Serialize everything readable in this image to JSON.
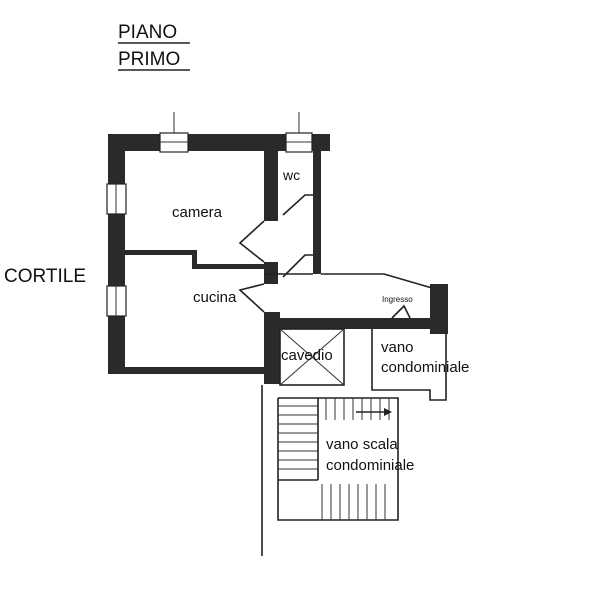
{
  "title": {
    "line1": "PIANO",
    "line2": "PRIMO"
  },
  "labels": {
    "courtyard": "CORTILE",
    "bedroom": "camera",
    "kitchen": "cucina",
    "wc": "wc",
    "entrance": "Ingresso",
    "shaft": "cavedio",
    "hall_line1": "vano",
    "hall_line2": "condominiale",
    "stair_line1": "vano scala",
    "stair_line2": "condominiale"
  }
}
